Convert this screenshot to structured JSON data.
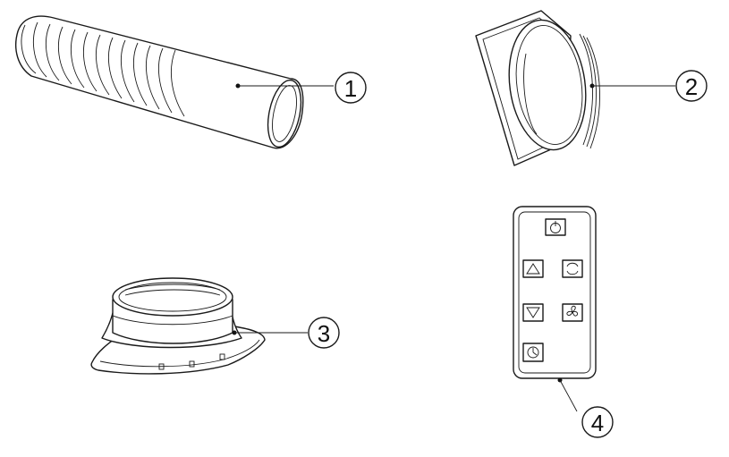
{
  "callouts": [
    {
      "number": "1",
      "part": "exhaust-hose"
    },
    {
      "number": "2",
      "part": "window-adapter"
    },
    {
      "number": "3",
      "part": "unit-adapter"
    },
    {
      "number": "4",
      "part": "remote-control"
    }
  ],
  "remote": {
    "buttons": [
      {
        "icon": "power-icon"
      },
      {
        "icon": "up-arrow-icon"
      },
      {
        "icon": "mode-icon"
      },
      {
        "icon": "down-arrow-icon"
      },
      {
        "icon": "fan-icon"
      },
      {
        "icon": "timer-icon"
      }
    ]
  },
  "colors": {
    "line": "#1a1a1a",
    "background": "#ffffff"
  }
}
